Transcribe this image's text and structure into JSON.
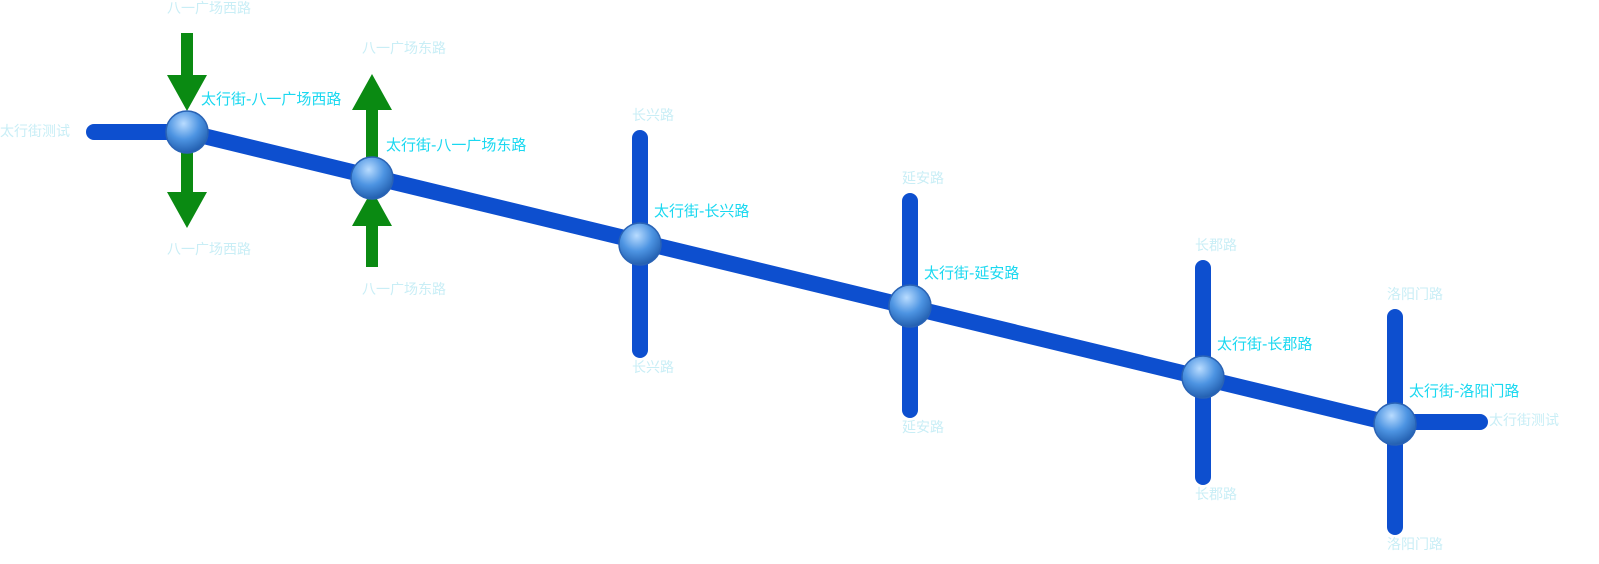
{
  "colors": {
    "road": "#0d4fcf",
    "arrow": "#0a8a12",
    "node_light": "#b9dcff",
    "node_mid": "#4d94e2",
    "node_dark": "#1c57a8",
    "main_label": "#1ad8f0",
    "cross_label": "#c9eef6"
  },
  "main_road": {
    "west_end_label": "太行街测试",
    "east_end_label": "太行街测试"
  },
  "nodes": [
    {
      "label": "太行街-八一广场西路",
      "top_label": "八一广场西路",
      "bottom_label": "八一广场西路",
      "cross_type": "arrow-down"
    },
    {
      "label": "太行街-八一广场东路",
      "top_label": "八一广场东路",
      "bottom_label": "八一广场东路",
      "cross_type": "arrow-up"
    },
    {
      "label": "太行街-长兴路",
      "top_label": "长兴路",
      "bottom_label": "长兴路",
      "cross_type": "road"
    },
    {
      "label": "太行街-延安路",
      "top_label": "延安路",
      "bottom_label": "延安路",
      "cross_type": "road"
    },
    {
      "label": "太行街-长郡路",
      "top_label": "长郡路",
      "bottom_label": "长郡路",
      "cross_type": "road"
    },
    {
      "label": "太行街-洛阳门路",
      "top_label": "洛阳门路",
      "bottom_label": "洛阳门路",
      "cross_type": "road"
    }
  ]
}
